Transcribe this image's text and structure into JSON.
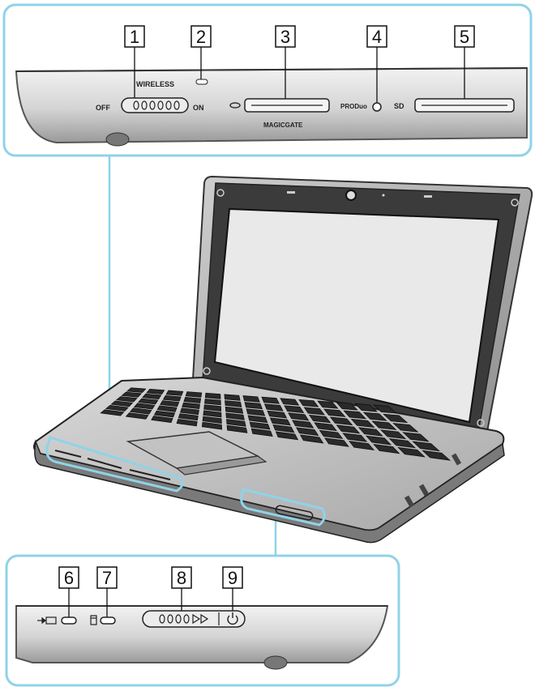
{
  "callouts": {
    "c1": "1",
    "c2": "2",
    "c3": "3",
    "c4": "4",
    "c5": "5",
    "c6": "6",
    "c7": "7",
    "c8": "8",
    "c9": "9"
  },
  "top_panel": {
    "wireless_label": "WIRELESS",
    "off_label": "OFF",
    "on_label": "ON",
    "magicgate_label": "MAGICGATE",
    "pro_label": "PRODuo",
    "sd_label": "SD"
  },
  "colors": {
    "frame": "#8fd3e8",
    "body": "#d9d9d9",
    "body_dark": "#6a6a6a",
    "screen": "#e9e9e9"
  }
}
